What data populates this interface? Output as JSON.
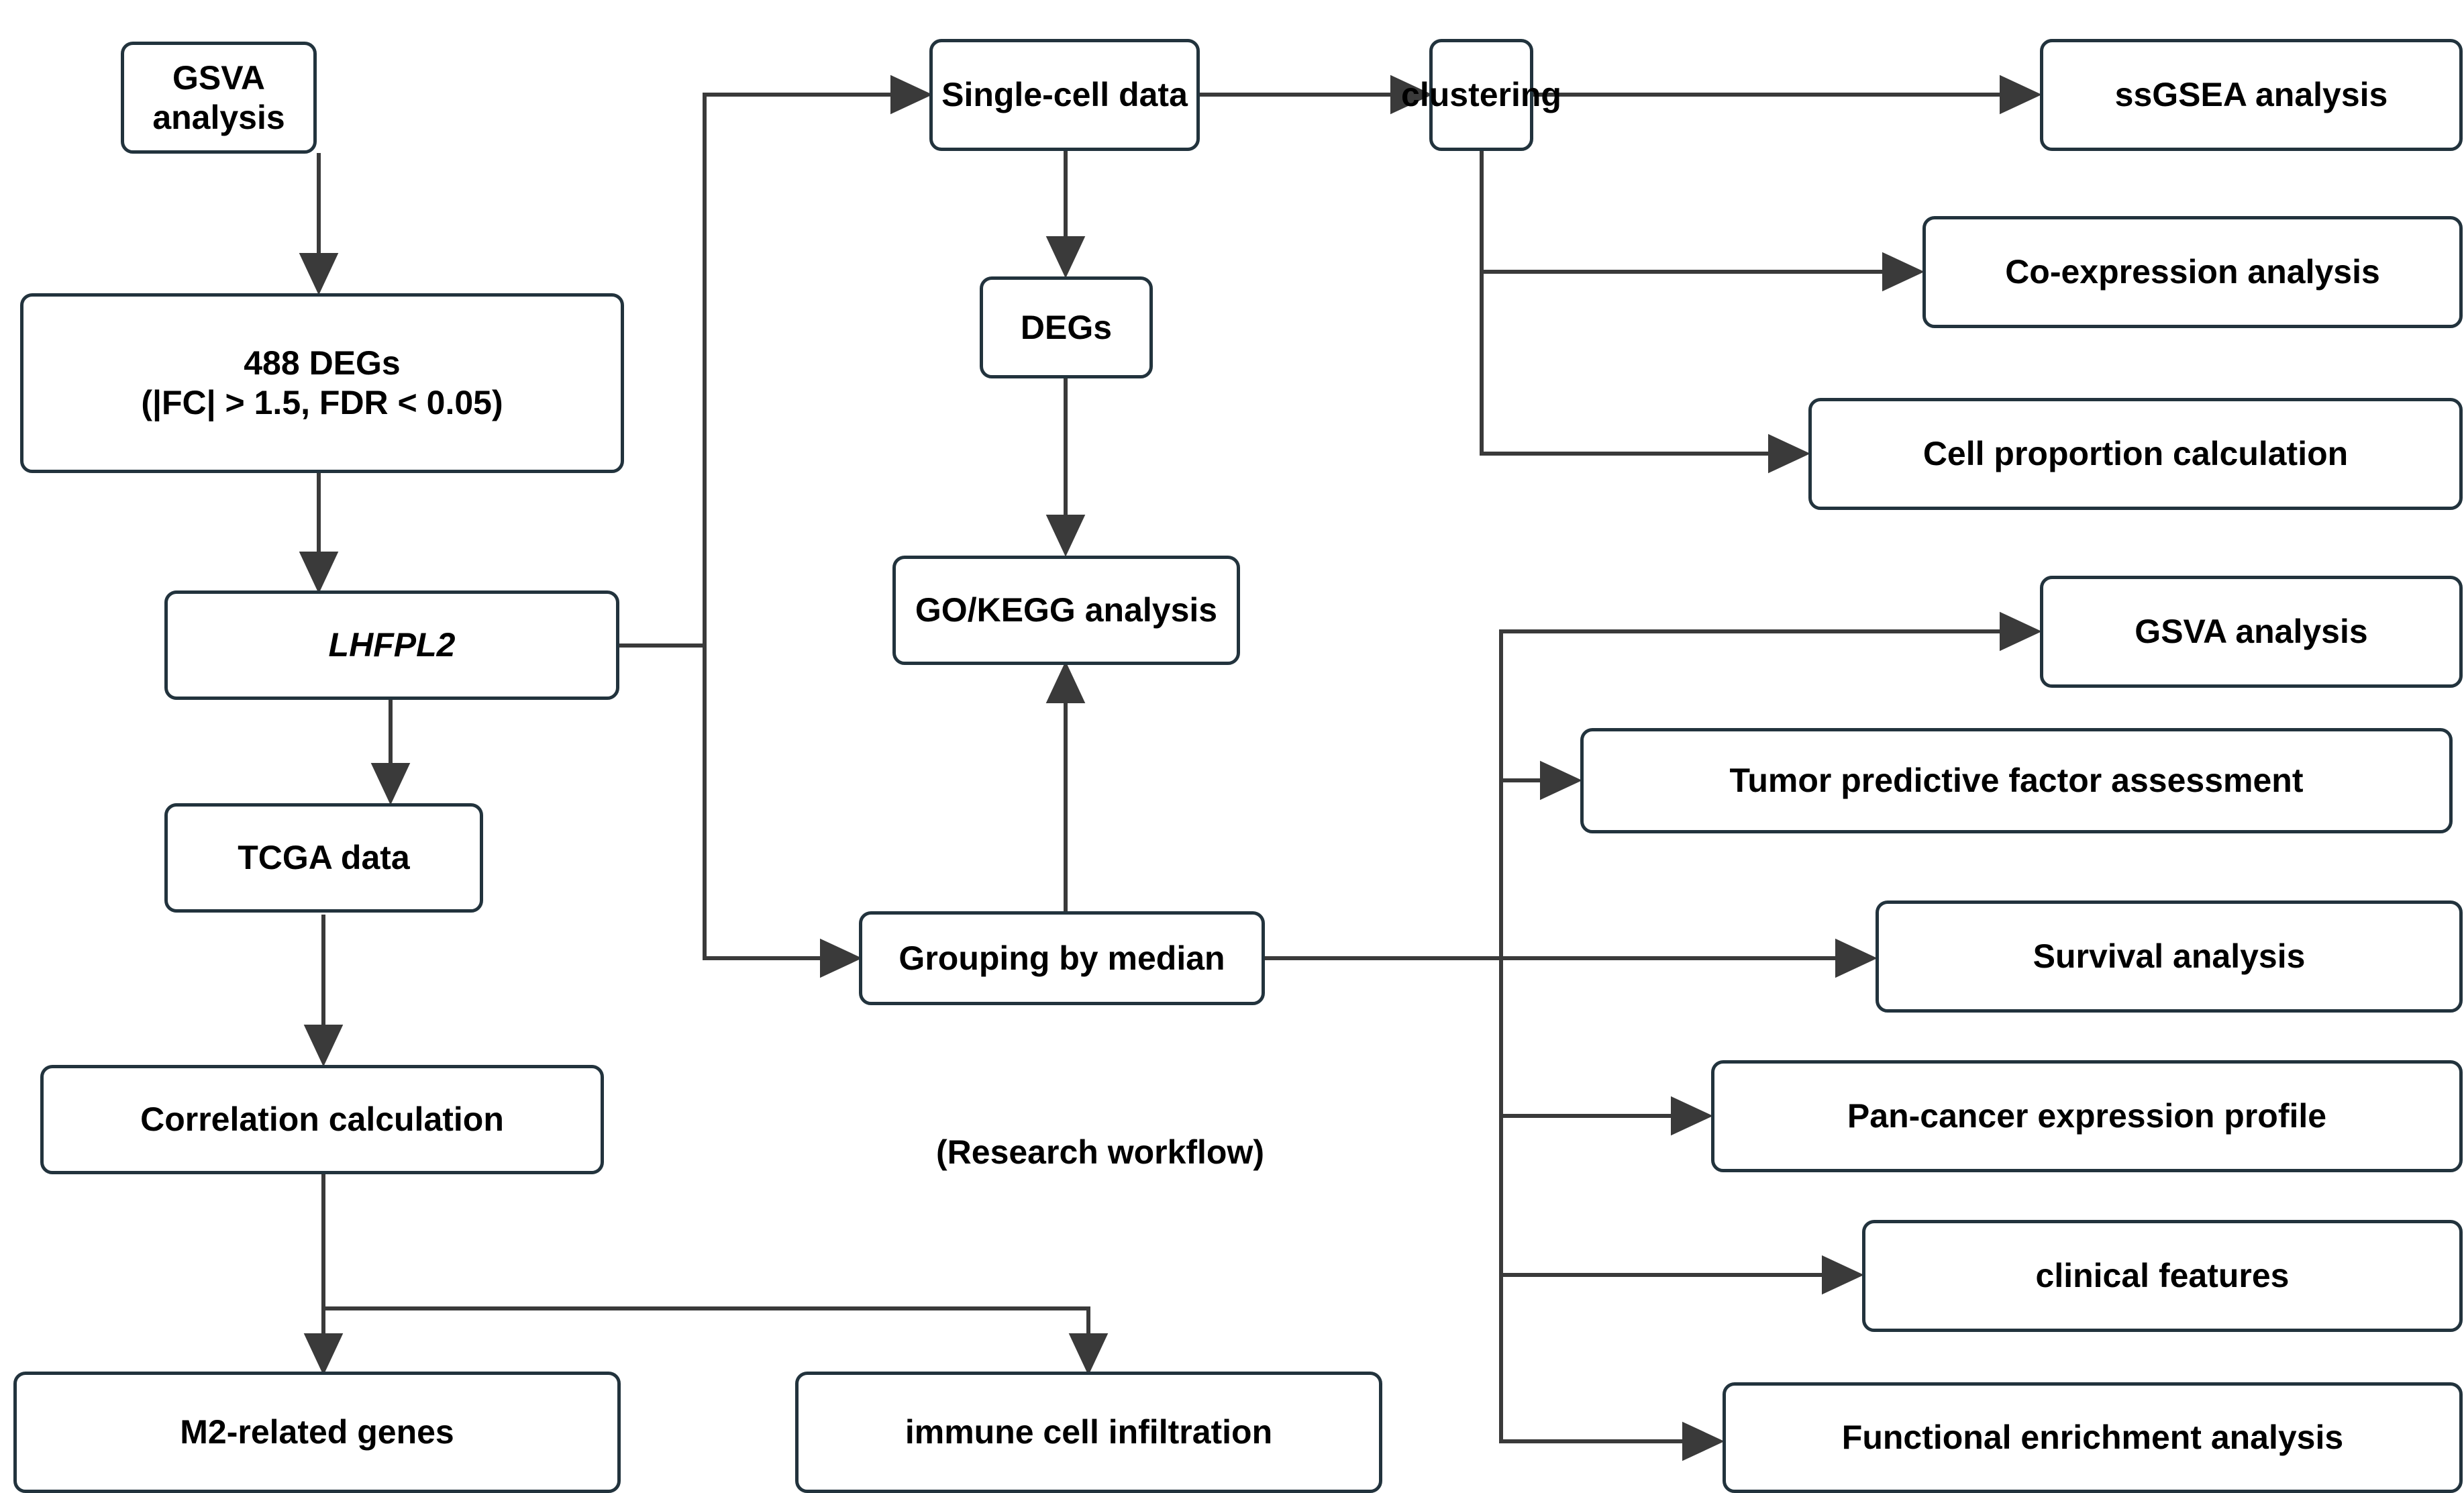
{
  "diagram": {
    "caption": "(Research workflow)",
    "theme": {
      "border_color": "#22333d",
      "line_color": "#3a3a3a",
      "text_color": "#000000",
      "background": "#ffffff"
    },
    "nodes": [
      {
        "id": "gsva-analysis-top",
        "label": "GSVA analysis"
      },
      {
        "id": "degs-488",
        "label": "488 DEGs\n(|FC| > 1.5, FDR < 0.05)"
      },
      {
        "id": "lhfpl2",
        "label": "LHFPL2"
      },
      {
        "id": "tcga-data",
        "label": "TCGA data"
      },
      {
        "id": "correlation-calculation",
        "label": "Correlation calculation"
      },
      {
        "id": "m2-related-genes",
        "label": "M2-related genes"
      },
      {
        "id": "single-cell-data",
        "label": "Single-cell data"
      },
      {
        "id": "degs",
        "label": "DEGs"
      },
      {
        "id": "go-kegg-analysis",
        "label": "GO/KEGG analysis"
      },
      {
        "id": "grouping-by-median",
        "label": "Grouping by median"
      },
      {
        "id": "immune-cell-infiltration",
        "label": "immune cell infiltration"
      },
      {
        "id": "clustering",
        "label": "clustering"
      },
      {
        "id": "ssgsea-analysis",
        "label": "ssGSEA analysis"
      },
      {
        "id": "co-expression-analysis",
        "label": "Co-expression analysis"
      },
      {
        "id": "cell-proportion",
        "label": "Cell proportion calculation"
      },
      {
        "id": "gsva-analysis-right",
        "label": "GSVA analysis"
      },
      {
        "id": "tumor-predictive-factor",
        "label": "Tumor predictive factor assessment"
      },
      {
        "id": "survival-analysis",
        "label": "Survival analysis"
      },
      {
        "id": "pan-cancer-profile",
        "label": "Pan-cancer expression profile"
      },
      {
        "id": "clinical-features",
        "label": "clinical features"
      },
      {
        "id": "functional-enrichment",
        "label": "Functional enrichment analysis"
      }
    ],
    "edges": [
      {
        "from": "gsva-analysis-top",
        "to": "degs-488"
      },
      {
        "from": "degs-488",
        "to": "lhfpl2"
      },
      {
        "from": "lhfpl2",
        "to": "tcga-data"
      },
      {
        "from": "lhfpl2",
        "to": "single-cell-data"
      },
      {
        "from": "lhfpl2",
        "to": "grouping-by-median"
      },
      {
        "from": "tcga-data",
        "to": "correlation-calculation"
      },
      {
        "from": "correlation-calculation",
        "to": "m2-related-genes"
      },
      {
        "from": "correlation-calculation",
        "to": "immune-cell-infiltration"
      },
      {
        "from": "single-cell-data",
        "to": "degs"
      },
      {
        "from": "single-cell-data",
        "to": "clustering"
      },
      {
        "from": "degs",
        "to": "go-kegg-analysis"
      },
      {
        "from": "grouping-by-median",
        "to": "go-kegg-analysis"
      },
      {
        "from": "clustering",
        "to": "ssgsea-analysis"
      },
      {
        "from": "clustering",
        "to": "co-expression-analysis"
      },
      {
        "from": "clustering",
        "to": "cell-proportion"
      },
      {
        "from": "grouping-by-median",
        "to": "gsva-analysis-right"
      },
      {
        "from": "grouping-by-median",
        "to": "tumor-predictive-factor"
      },
      {
        "from": "grouping-by-median",
        "to": "survival-analysis"
      },
      {
        "from": "grouping-by-median",
        "to": "pan-cancer-profile"
      },
      {
        "from": "grouping-by-median",
        "to": "clinical-features"
      },
      {
        "from": "grouping-by-median",
        "to": "functional-enrichment"
      }
    ]
  }
}
